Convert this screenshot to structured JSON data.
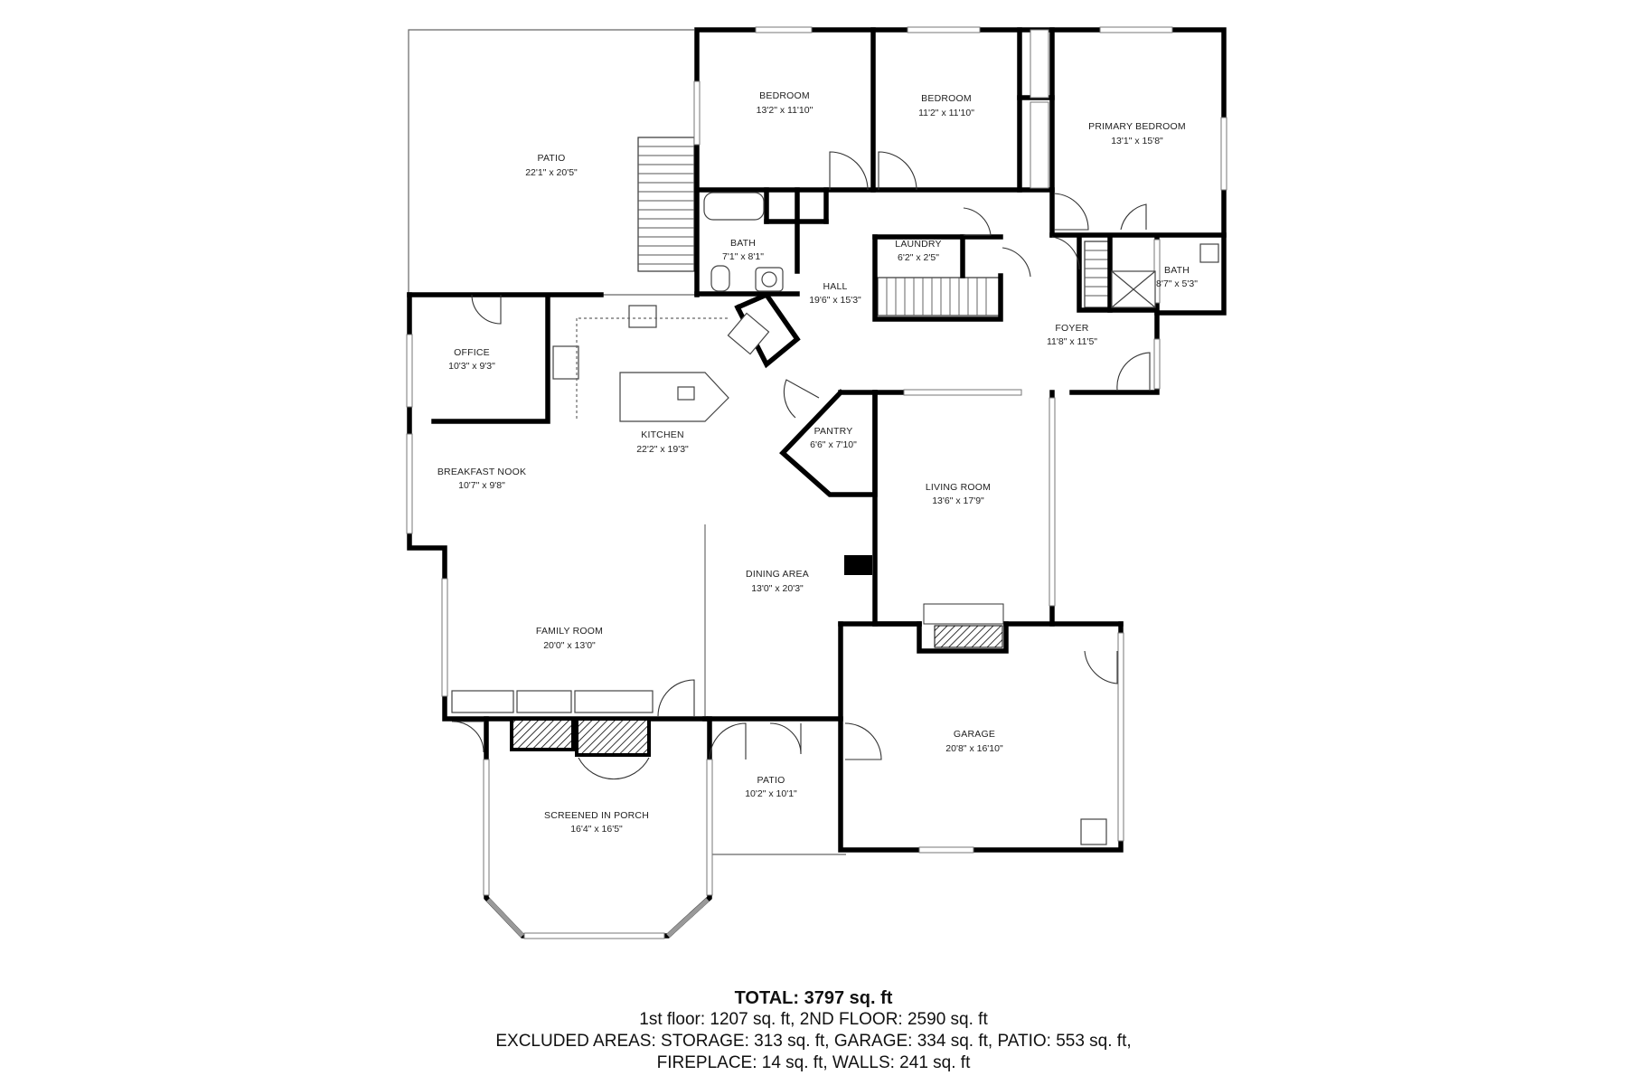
{
  "rooms": [
    {
      "id": "patio-top",
      "name": "PATIO",
      "dims": "22'1\" x 20'5\""
    },
    {
      "id": "bedroom-1",
      "name": "BEDROOM",
      "dims": "13'2\" x 11'10\""
    },
    {
      "id": "bedroom-2",
      "name": "BEDROOM",
      "dims": "11'2\" x 11'10\""
    },
    {
      "id": "primary-bedroom",
      "name": "PRIMARY BEDROOM",
      "dims": "13'1\" x 15'8\""
    },
    {
      "id": "bath-1",
      "name": "BATH",
      "dims": "7'1\" x 8'1\""
    },
    {
      "id": "laundry",
      "name": "LAUNDRY",
      "dims": "6'2\" x 2'5\""
    },
    {
      "id": "hall",
      "name": "HALL",
      "dims": "19'6\" x 15'3\""
    },
    {
      "id": "bath-2",
      "name": "BATH",
      "dims": "8'7\" x 5'3\""
    },
    {
      "id": "foyer",
      "name": "FOYER",
      "dims": "11'8\" x 11'5\""
    },
    {
      "id": "office",
      "name": "OFFICE",
      "dims": "10'3\" x 9'3\""
    },
    {
      "id": "kitchen",
      "name": "KITCHEN",
      "dims": "22'2\" x 19'3\""
    },
    {
      "id": "pantry",
      "name": "PANTRY",
      "dims": "6'6\" x 7'10\""
    },
    {
      "id": "breakfast-nook",
      "name": "BREAKFAST NOOK",
      "dims": "10'7\" x 9'8\""
    },
    {
      "id": "living-room",
      "name": "LIVING ROOM",
      "dims": "13'6\" x 17'9\""
    },
    {
      "id": "dining-area",
      "name": "DINING AREA",
      "dims": "13'0\" x 20'3\""
    },
    {
      "id": "family-room",
      "name": "FAMILY ROOM",
      "dims": "20'0\" x 13'0\""
    },
    {
      "id": "garage",
      "name": "GARAGE",
      "dims": "20'8\" x 16'10\""
    },
    {
      "id": "patio-small",
      "name": "PATIO",
      "dims": "10'2\" x 10'1\""
    },
    {
      "id": "screened-porch",
      "name": "SCREENED IN PORCH",
      "dims": "16'4\" x 16'5\""
    }
  ],
  "summary": {
    "total": "TOTAL: 3797 sq. ft",
    "line1": "1st floor: 1207 sq. ft, 2ND FLOOR: 2590 sq. ft",
    "line2": "EXCLUDED AREAS: STORAGE: 313 sq. ft, GARAGE: 334 sq. ft, PATIO: 553 sq. ft,",
    "line3": "FIREPLACE: 14 sq. ft, WALLS: 241 sq. ft"
  }
}
